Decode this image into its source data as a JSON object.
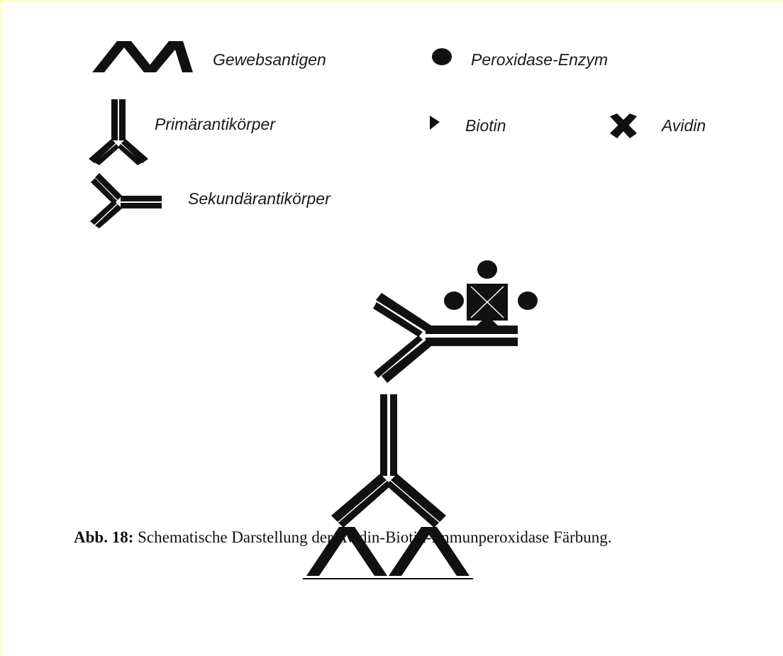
{
  "legend": {
    "tissue_antigen": "Gewebsantigen",
    "peroxidase_enzyme": "Peroxidase-Enzym",
    "primary_antibody": "Primärantikörper",
    "biotin": "Biotin",
    "avidin": "Avidin",
    "secondary_antibody": "Sekundärantikörper"
  },
  "caption": {
    "label": "Abb. 18:",
    "text": " Schematische Darstellung der Avidin-Biotin-Immunperoxidase Färbung."
  },
  "colors": {
    "ink": "#111111",
    "frame": "#ffffc4"
  }
}
